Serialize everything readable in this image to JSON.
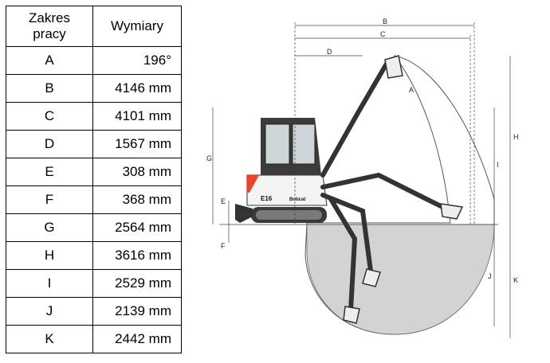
{
  "table": {
    "header": {
      "col1_line1": "Zakres",
      "col1_line2": "pracy",
      "col2": "Wymiary"
    },
    "rows": [
      {
        "label": "A",
        "value": "196°"
      },
      {
        "label": "B",
        "value": "4146 mm"
      },
      {
        "label": "C",
        "value": "4101 mm"
      },
      {
        "label": "D",
        "value": "1567 mm"
      },
      {
        "label": "E",
        "value": "308 mm"
      },
      {
        "label": "F",
        "value": "368 mm"
      },
      {
        "label": "G",
        "value": "2564 mm"
      },
      {
        "label": "H",
        "value": "3616 mm"
      },
      {
        "label": "I",
        "value": "2529 mm"
      },
      {
        "label": "J",
        "value": "2139 mm"
      },
      {
        "label": "K",
        "value": "2442 mm"
      }
    ]
  },
  "diagram": {
    "labels": {
      "A": "A",
      "B": "B",
      "C": "C",
      "D": "D",
      "E": "E",
      "F": "F",
      "G": "G",
      "H": "H",
      "I": "I",
      "J": "J",
      "K": "K"
    },
    "model_badge": "E16",
    "brand": "Bobcat",
    "colors": {
      "cab": "#ffffff",
      "accent": "#e8452a",
      "window": "#2b2b2b",
      "dig_zone": "#cfcfcf"
    }
  }
}
